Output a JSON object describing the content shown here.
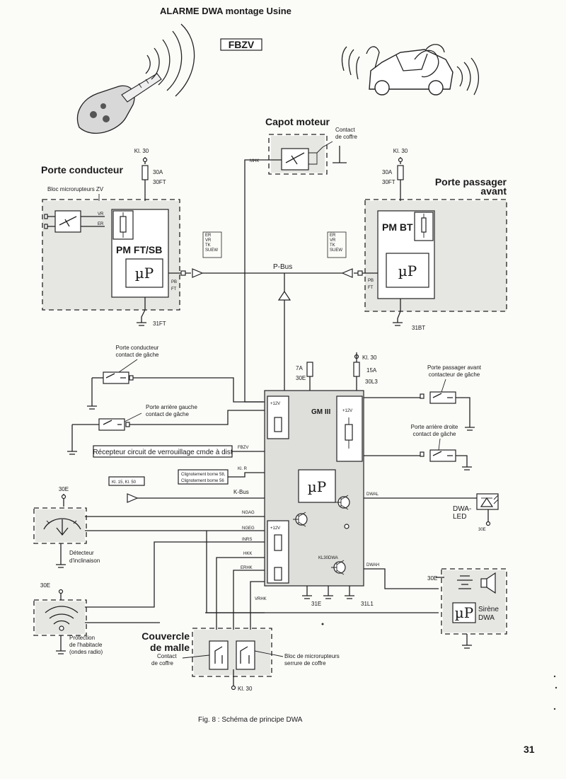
{
  "header": {
    "title": "ALARME DWA  montage Usine",
    "module_tag": "FBZV"
  },
  "capot": {
    "title": "Capot moteur",
    "contact": [
      "Contact",
      "de coffre"
    ],
    "signal": "MHK"
  },
  "porte_conducteur": {
    "title": "Porte conducteur",
    "bloc": "Bloc microrupteurs ZV",
    "kl30": "Kl. 30",
    "fuse": [
      "30A",
      "30FT"
    ],
    "module": "PM FT/SB",
    "mu": "µP",
    "pins": [
      "VR",
      "ER"
    ],
    "pb": [
      "PB",
      "FT"
    ],
    "bus_labels": [
      "ER",
      "VR",
      "TK",
      "SUEW"
    ],
    "ground": "31FT"
  },
  "porte_passager": {
    "title": [
      "Porte passager",
      "avant"
    ],
    "kl30": "Kl. 30",
    "fuse": [
      "30A",
      "30FT"
    ],
    "module": "PM BT",
    "mu": "µP",
    "pb": [
      "PB",
      "FT"
    ],
    "bus_labels": [
      "ER",
      "VR",
      "TK",
      "SUEW"
    ],
    "ground": "31BT"
  },
  "bus": {
    "p_bus": "P-Bus",
    "k_bus": "K-Bus"
  },
  "gm": {
    "name": "GM III",
    "mu": "µP",
    "v12": "+12V",
    "fuse1": [
      "7A",
      "30E"
    ],
    "fuse2": [
      "Kl. 30",
      "15A",
      "30L3"
    ],
    "fbzv": "FBZV",
    "klr": "Kl. R",
    "dwal": "DWAL",
    "dwah": "DWAH",
    "kl30dwa": "KL30DWA",
    "ngag": "NGAG",
    "ngeg": "NGEG",
    "inrs": "INRS",
    "hkk": "HKK",
    "erhk": "ERHK",
    "vrhk": "VRHK",
    "grounds": [
      "31E",
      "31L1"
    ]
  },
  "left_side": {
    "porte_cond_gache": [
      "Porte conducteur",
      "contact de gâche"
    ],
    "porte_arr_gauche": [
      "Porte arrière gauche",
      "contact de gâche"
    ],
    "recepteur": "Récepteur circuit de verrouillage cmde à dist",
    "clign": [
      "Clignotement borne 58,",
      "Clignotement borne 56"
    ],
    "kl15": "Kl. 15, Kl. 50",
    "v30e_1": "30E",
    "detecteur": [
      "Détecteur",
      "d'inclinaison"
    ],
    "v30e_2": "30E",
    "protection": [
      "Protection",
      "de l'habitacle",
      "(ondes radio)"
    ]
  },
  "right_side": {
    "porte_pass_gache": [
      "Porte passager avant",
      "contacteur de gâche"
    ],
    "porte_arr_droite": [
      "Porte arrière droite",
      "contact de gâche"
    ],
    "dwa_led": [
      "DWA-",
      "LED"
    ],
    "v30e_led": "30E",
    "v30e_siren": "30E",
    "sirene": [
      "Sirène",
      "DWA"
    ],
    "mu": "µP"
  },
  "malle": {
    "title": [
      "Couvercle",
      "de malle"
    ],
    "contact": [
      "Contact",
      "de coffre"
    ],
    "bloc": [
      "Bloc de microrupteurs",
      "serrure de coffre"
    ],
    "kl30": "Kl. 30"
  },
  "caption": "Fig. 8 : Schéma de principe DWA",
  "page_number": "31"
}
